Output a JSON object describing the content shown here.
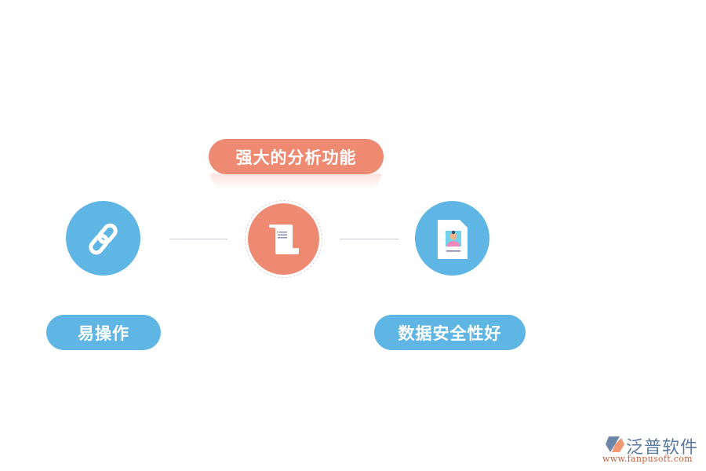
{
  "center": {
    "label": "强大的分析功能",
    "icon": "scroll-document-icon",
    "color": "#ee8a72"
  },
  "left": {
    "label": "易操作",
    "icon": "chain-link-icon",
    "color": "#5fb6e4"
  },
  "right": {
    "label": "数据安全性好",
    "icon": "id-profile-document-icon",
    "color": "#5fb6e4"
  },
  "logo": {
    "name": "泛普软件",
    "url": "www.fanpusoft.com"
  }
}
